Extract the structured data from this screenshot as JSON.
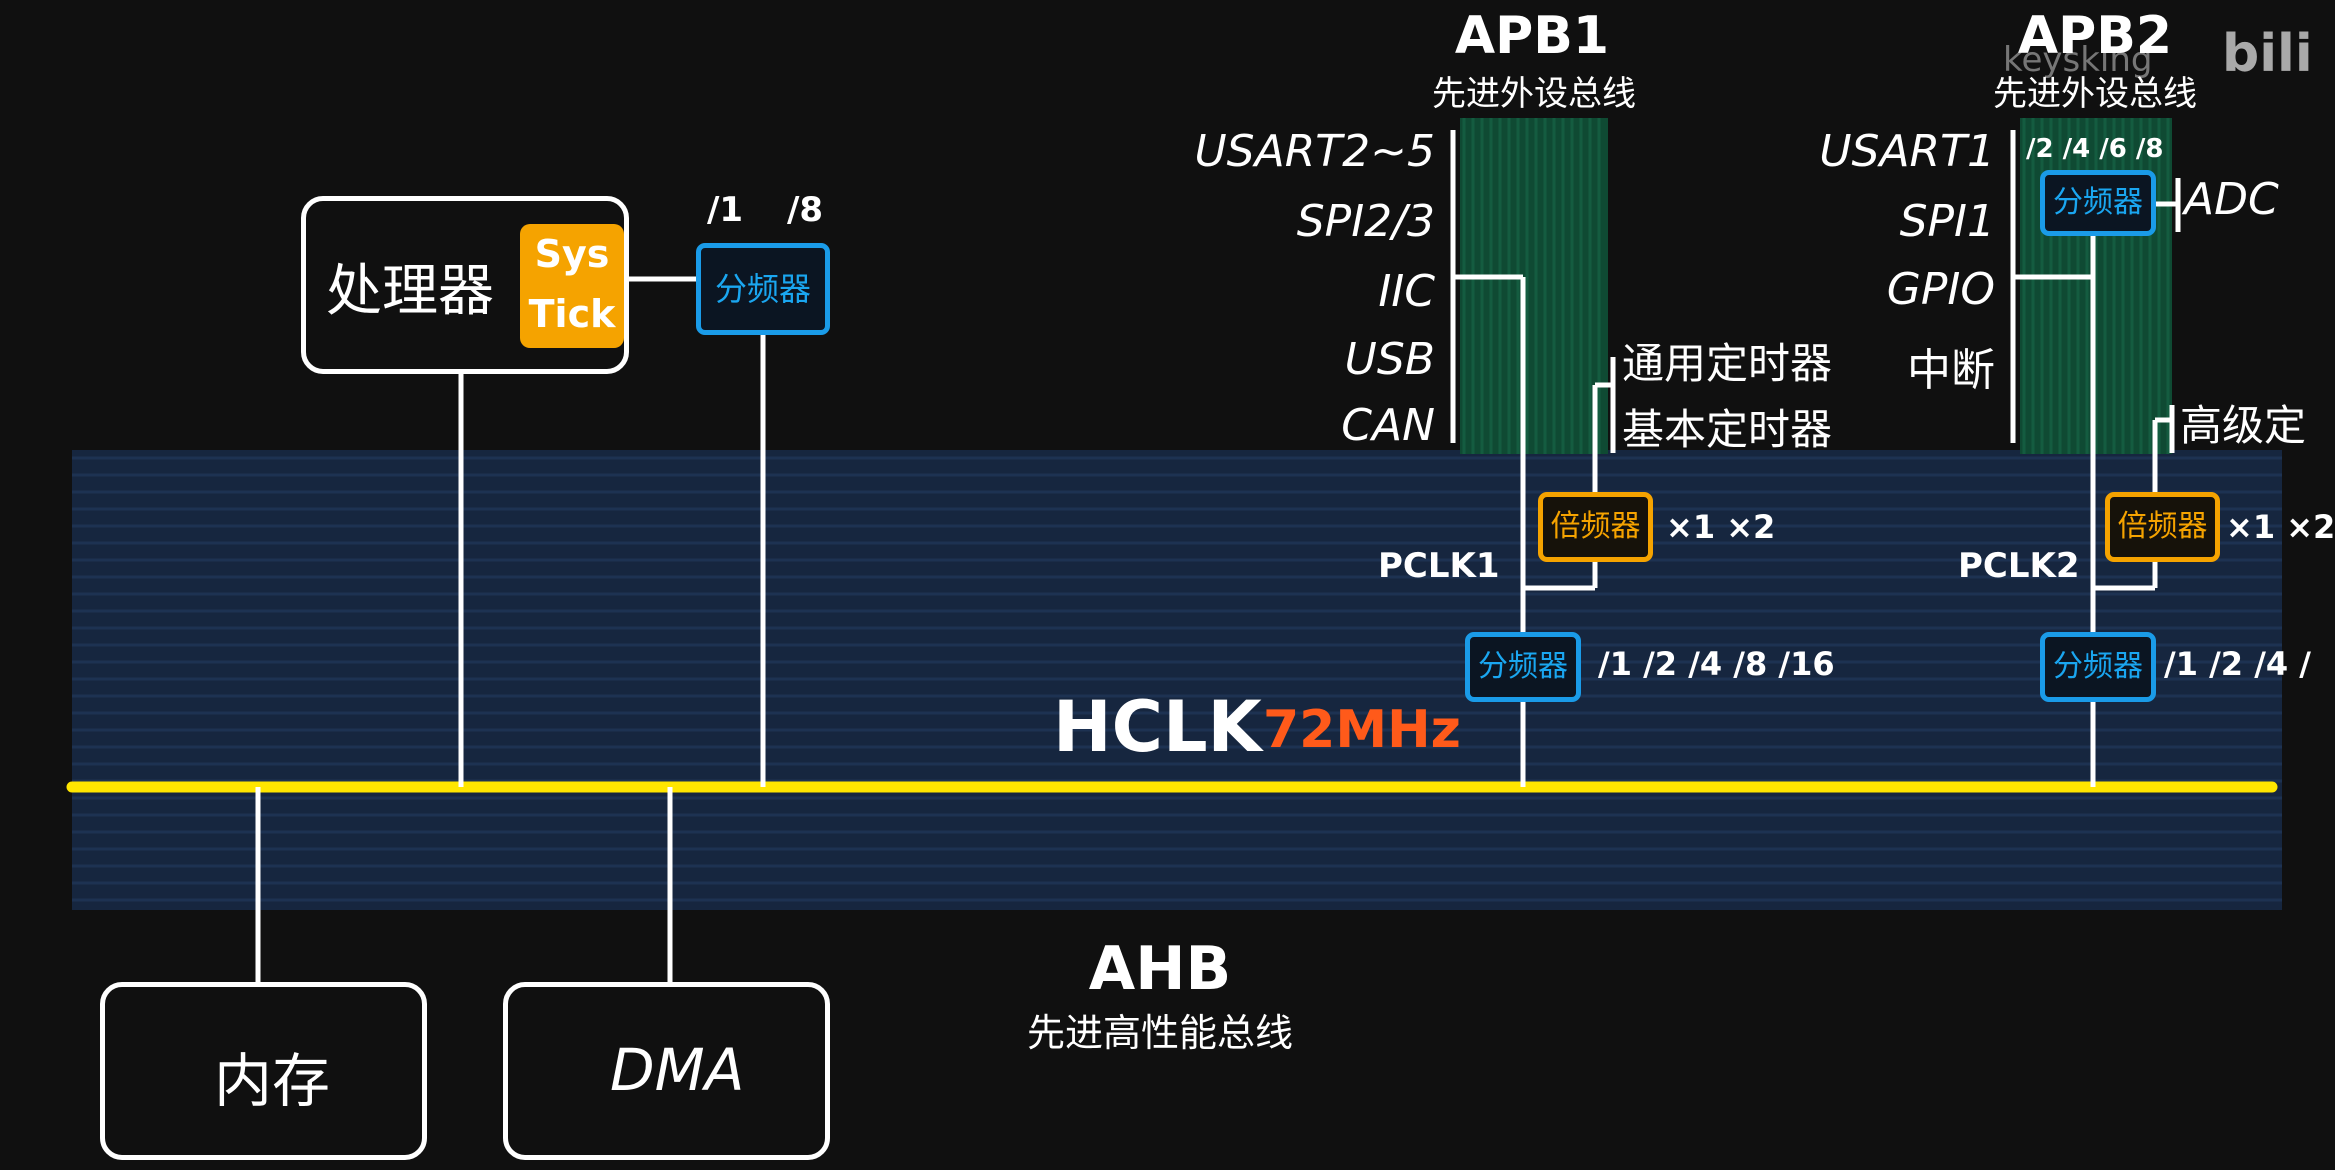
{
  "processor": {
    "label": "处理器",
    "systick_line1": "Sys",
    "systick_line2": "Tick"
  },
  "systick_prescaler": {
    "label": "分频器",
    "ratio_a": "/1",
    "ratio_b": "/8"
  },
  "memory": {
    "label": "内存"
  },
  "dma": {
    "label": "DMA"
  },
  "ahb": {
    "title": "AHB",
    "subtitle": "先进高性能总线"
  },
  "hclk": {
    "label": "HCLK",
    "freq": "72MHz"
  },
  "apb1": {
    "title": "APB1",
    "subtitle": "先进外设总线",
    "peripherals": [
      "USART2~5",
      "SPI2/3",
      "IIC",
      "USB",
      "CAN"
    ],
    "timers": [
      "通用定时器",
      "基本定时器"
    ],
    "multiplier_label": "倍频器",
    "multiplier_ratios": "×1 ×2",
    "clock": "PCLK1",
    "prescaler_label": "分频器",
    "prescaler_ratios": "/1 /2 /4 /8 /16"
  },
  "apb2": {
    "title": "APB2",
    "subtitle": "先进外设总线",
    "peripherals": [
      "USART1",
      "SPI1",
      "GPIO",
      "中断"
    ],
    "adc_prescaler_ratios": "/2 /4 /6 /8",
    "adc_prescaler_label": "分频器",
    "adc_label": "ADC",
    "timers": [
      "高级定"
    ],
    "multiplier_label": "倍频器",
    "multiplier_ratios": "×1 ×2",
    "clock": "PCLK2",
    "prescaler_label": "分频器",
    "prescaler_ratios": "/1 /2 /4 /"
  },
  "watermark": {
    "brand": "keysking",
    "logo": "bili"
  },
  "colors": {
    "background": "#101010",
    "ahb_band": "#16263f",
    "apb_band": "#0f4a33",
    "hclk_line": "#ffe600",
    "divider": "#1a9be8",
    "multiplier": "#f5a300",
    "freq": "#ff5a1a"
  }
}
